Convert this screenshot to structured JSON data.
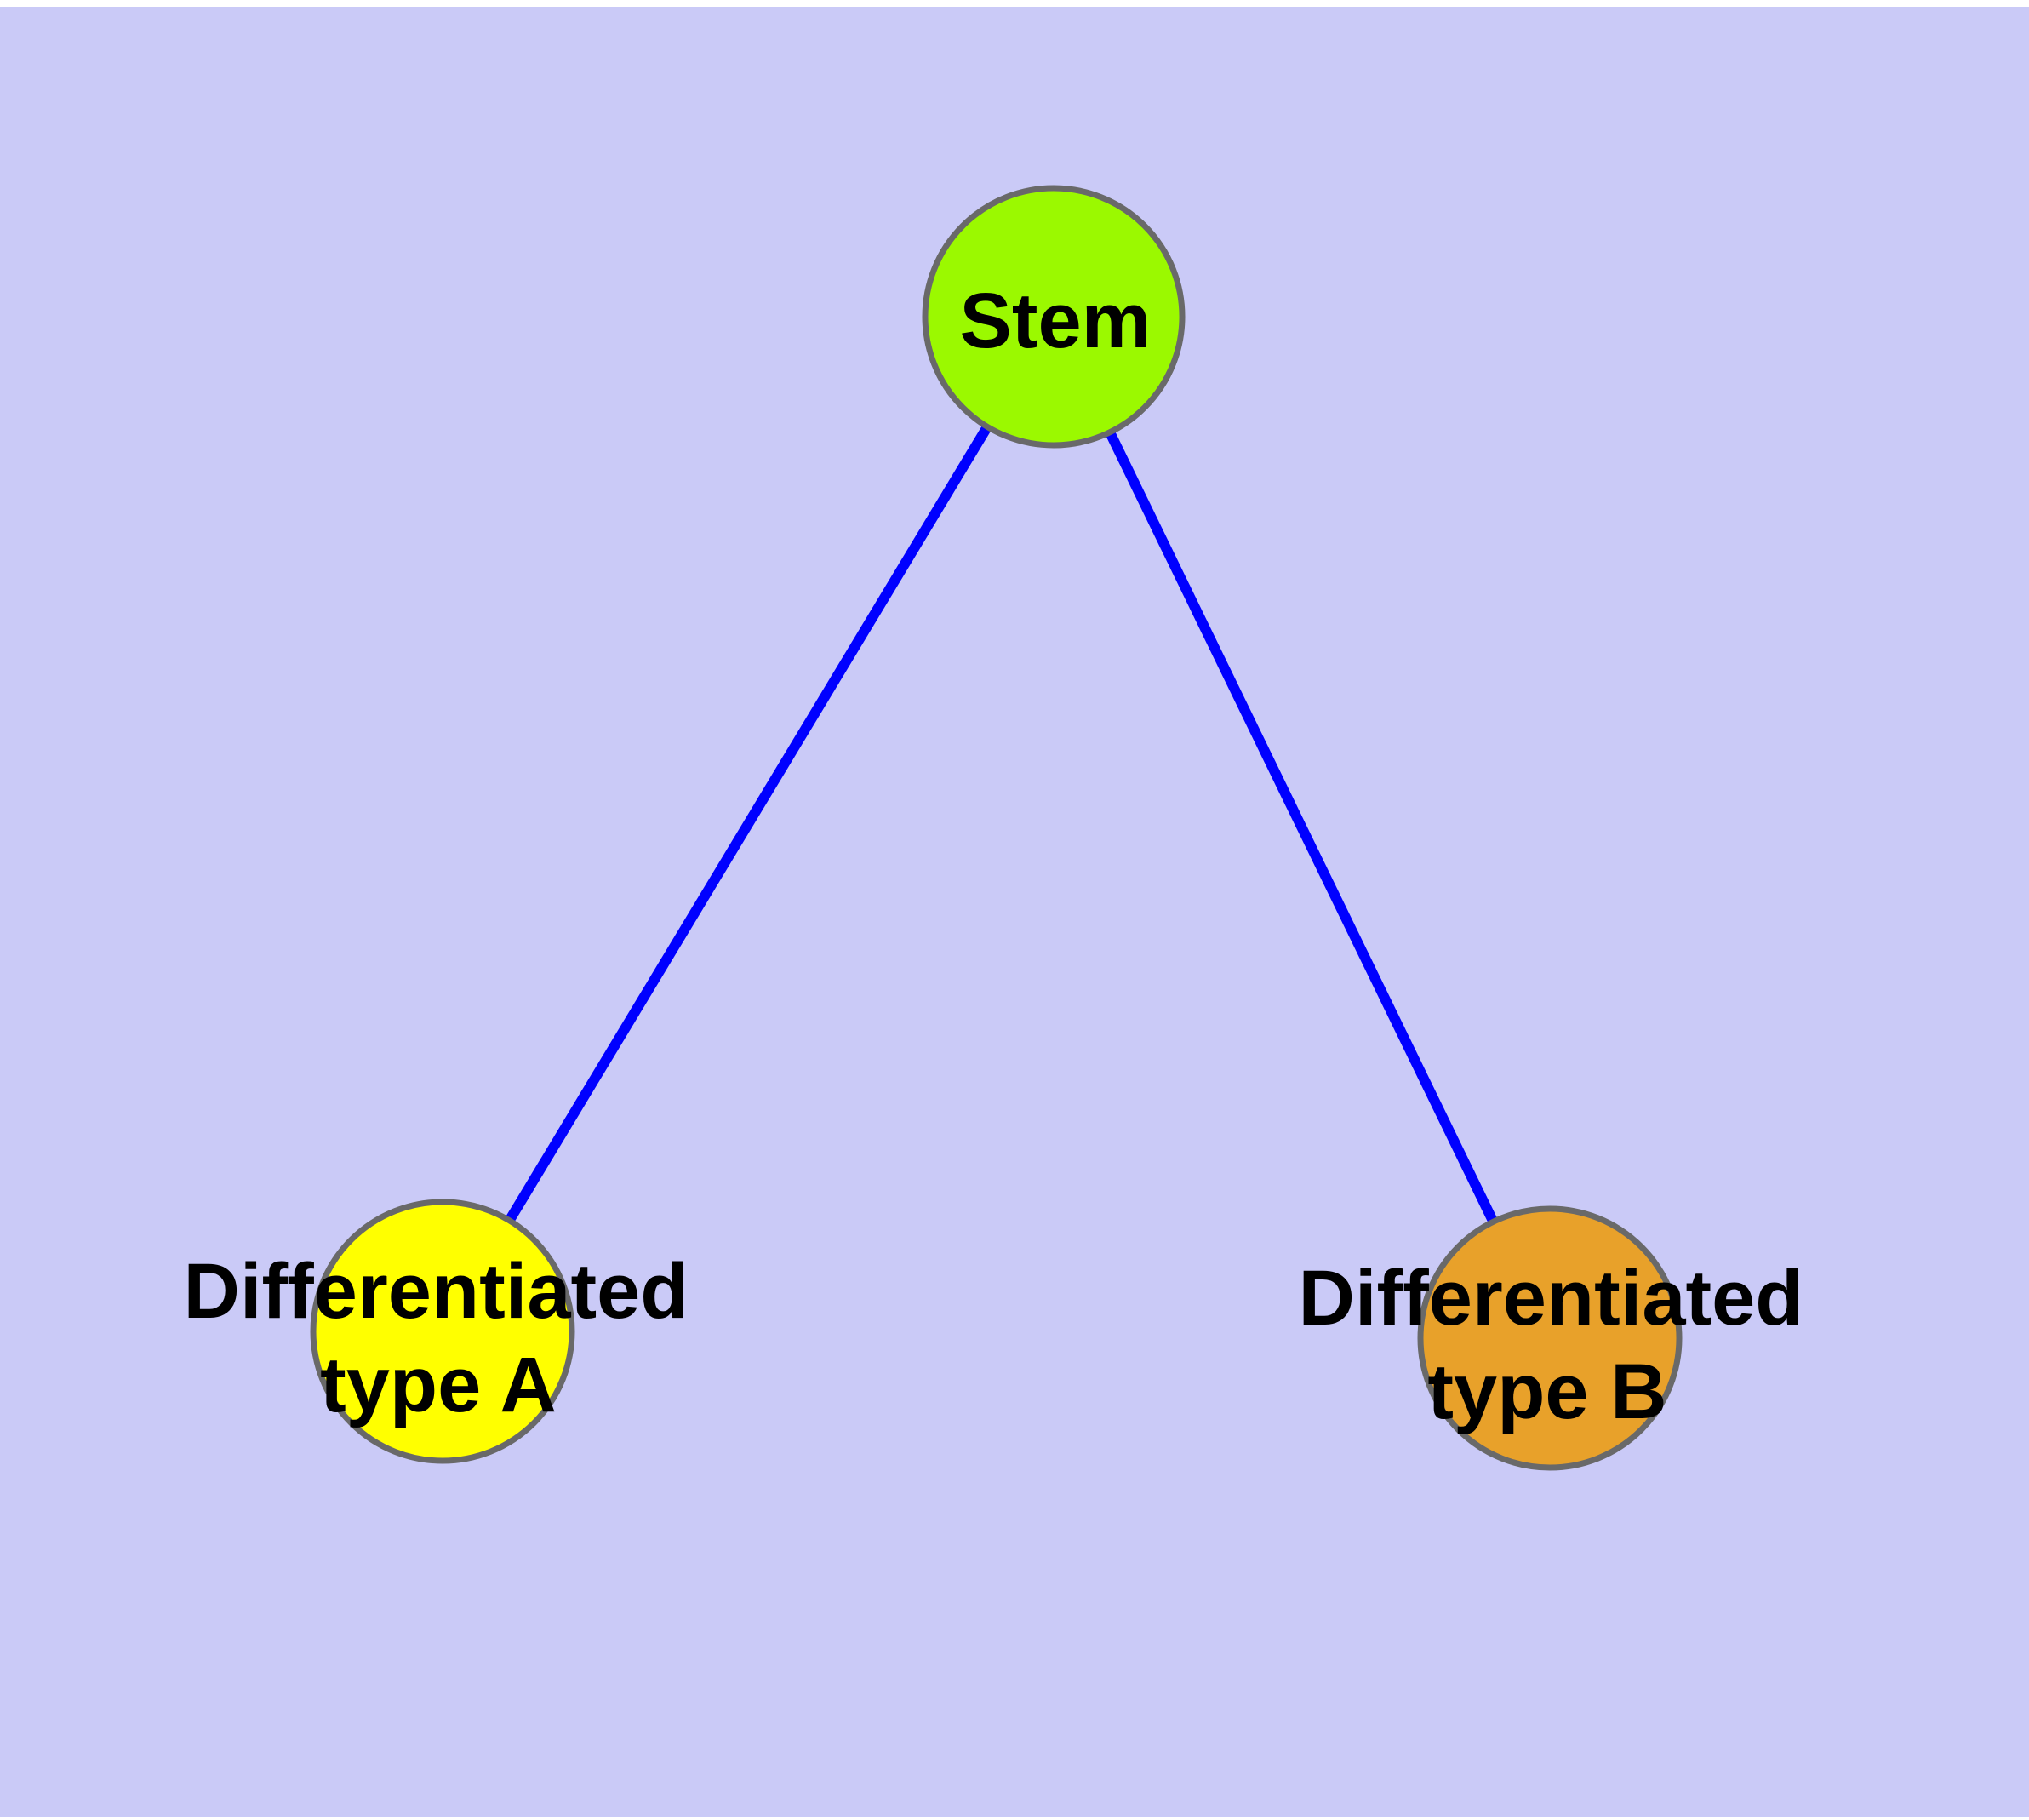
{
  "canvas": {
    "background_color": "#CACAF7",
    "page_background": "#FFFFFF"
  },
  "style": {
    "node_border_color": "#696969",
    "edge_color": "#0000FF",
    "label_color": "#000000"
  },
  "nodes": {
    "stem": {
      "label": "Stem",
      "fill": "#9BF900"
    },
    "typeA": {
      "label_line1": "Differentiated",
      "label_line2": "type A",
      "fill": "#FFFF00"
    },
    "typeB": {
      "label_line1": "Differentiated",
      "label_line2": "type B",
      "fill": "#E8A12A"
    }
  },
  "edges": [
    {
      "from": "Stem",
      "to": "Differentiated type A"
    },
    {
      "from": "Stem",
      "to": "Differentiated type B"
    }
  ]
}
